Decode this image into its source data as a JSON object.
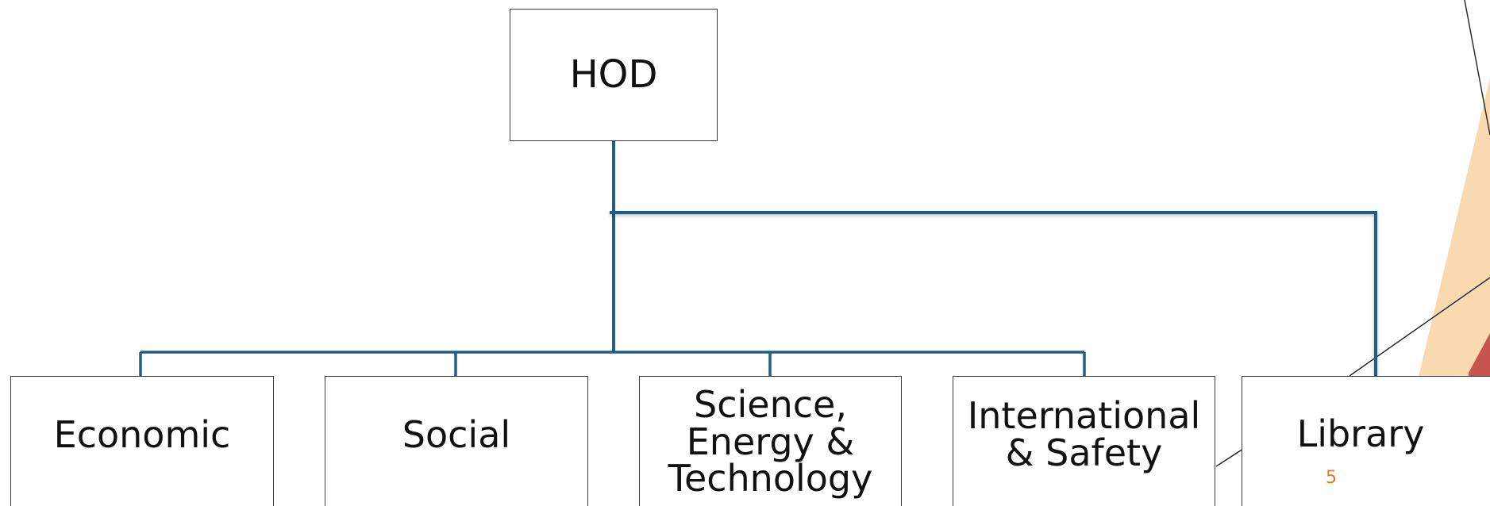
{
  "diagram": {
    "root": {
      "label": "HOD"
    },
    "children": [
      {
        "id": "economic",
        "label": "Economic"
      },
      {
        "id": "social",
        "label": "Social"
      },
      {
        "id": "science",
        "label": "Science,\nEnergy &\nTechnology"
      },
      {
        "id": "international",
        "label": "International\n& Safety"
      },
      {
        "id": "library",
        "label": "Library"
      }
    ]
  },
  "slide": {
    "number": "5"
  },
  "colors": {
    "connector": "#1f5f82",
    "box_border": "#3a3a3a",
    "accent_peach": "#f8d9b0",
    "accent_red": "#c9564e",
    "slide_number": "#e07b1a"
  }
}
